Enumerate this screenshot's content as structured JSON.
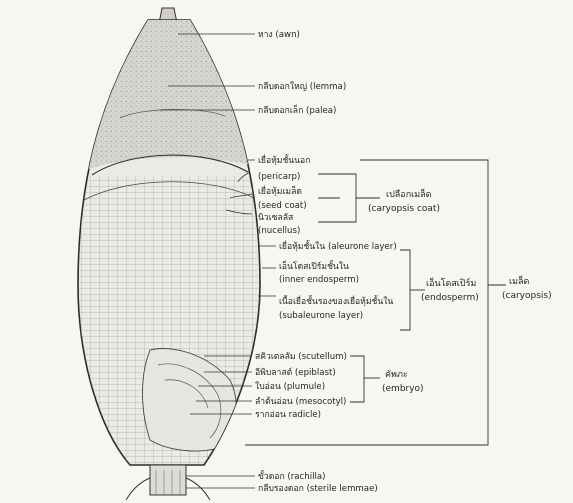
{
  "labels": {
    "awn": "หาง (awn)",
    "lemma": "กลีบดอกใหญ่ (lemma)",
    "palea": "กลีบดอกเล็ก (palea)",
    "pericarp_th": "เยื่อหุ้มชั้นนอก",
    "pericarp_en": "(pericarp)",
    "seedcoat_th": "เยื่อหุ้มเมล็ด",
    "seedcoat_en": "(seed coat)",
    "nucellus_th": "นิวเซลลัส",
    "nucellus_en": "(nucellus)",
    "aleurone": "เยื่อหุ้มชั้นใน (aleurone layer)",
    "inner_endo_th": "เอ็นโดสเปิร์มชั้นใน",
    "inner_endo_en": "(inner endosperm)",
    "subaleurone_th": "เนื้อเยื่อชั้นรองของเยื่อหุ้มชั้นใน",
    "subaleurone_en": "(subaleurone layer)",
    "scutellum": "สคิวเตลลัม (scutellum)",
    "epiblast": "อีพิบลาสต์ (epiblast)",
    "plumule": "ใบอ่อน (plumule)",
    "mesocotyl": "ลำต้นอ่อน (mesocotyl)",
    "radicle": "รากอ่อน radicle)",
    "rachilla": "ขั้วดอก (rachilla)",
    "sterile": "กลีบรองดอก (sterile lemmae)"
  },
  "groups": {
    "caryopsis_coat_th": "เปลือกเมล็ด",
    "caryopsis_coat_en": "(caryopsis coat)",
    "endosperm_th": "เอ็นโดสเปิร์ม",
    "endosperm_en": "(endosperm)",
    "embryo_th": "คัพภะ",
    "embryo_en": "(embryo)",
    "caryopsis_th": "เมล็ด",
    "caryopsis_en": "(caryopsis)"
  },
  "colors": {
    "ink": "#262626",
    "background": "#f7f6f2",
    "grain": "#ebebe6",
    "hull": "#d9d8d2"
  }
}
